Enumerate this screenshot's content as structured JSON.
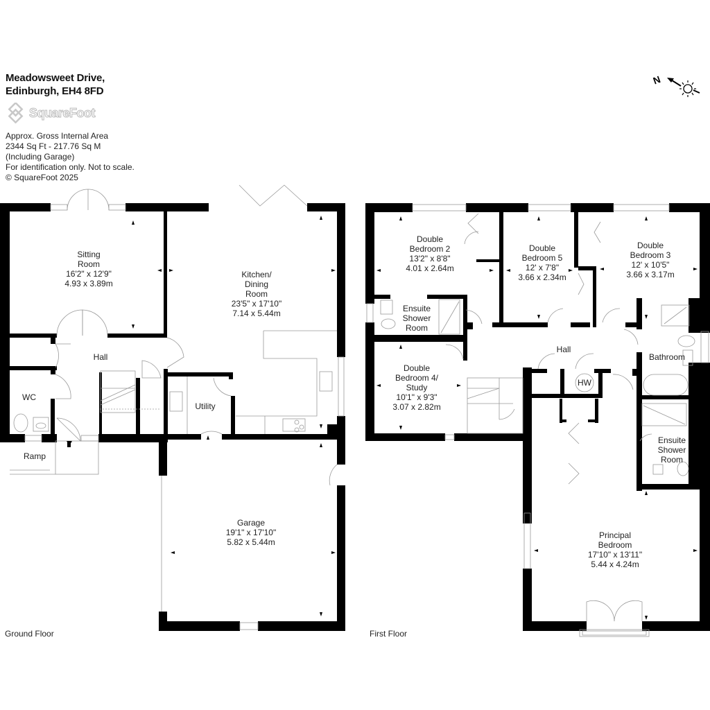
{
  "header": {
    "title_line1": "Meadowsweet Drive,",
    "title_line2": "Edinburgh, EH4 8FD",
    "logo_text": "SquareFoot"
  },
  "info": {
    "line1": "Approx. Gross Internal Area",
    "line2": "2344 Sq Ft  -  217.76 Sq M",
    "line3": "(Including Garage)",
    "line4": "For identification only. Not to scale.",
    "line5": "© SquareFoot 2025"
  },
  "compass": {
    "label": "N",
    "icon": "north-arrow-sun-icon"
  },
  "ground_floor": {
    "label": "Ground Floor",
    "rooms": {
      "sitting": {
        "name1": "Sitting",
        "name2": "Room",
        "imperial": "16'2\" x 12'9\"",
        "metric": "4.93 x 3.89m"
      },
      "kitchen": {
        "name1": "Kitchen/",
        "name2": "Dining",
        "name3": "Room",
        "imperial": "23'5\" x 17'10\"",
        "metric": "7.14 x 5.44m"
      },
      "hall": {
        "name": "Hall"
      },
      "wc": {
        "name": "WC"
      },
      "utility": {
        "name": "Utility"
      },
      "ramp": {
        "name": "Ramp"
      },
      "garage": {
        "name": "Garage",
        "imperial": "19'1\" x 17'10\"",
        "metric": "5.82 x 5.44m"
      }
    }
  },
  "first_floor": {
    "label": "First Floor",
    "rooms": {
      "bed2": {
        "name1": "Double",
        "name2": "Bedroom 2",
        "imperial": "13'2\" x 8'8\"",
        "metric": "4.01 x 2.64m"
      },
      "bed5": {
        "name1": "Double",
        "name2": "Bedroom 5",
        "imperial": "12' x 7'8\"",
        "metric": "3.66 x 2.34m"
      },
      "bed3": {
        "name1": "Double",
        "name2": "Bedroom 3",
        "imperial": "12' x 10'5\"",
        "metric": "3.66 x 3.17m"
      },
      "ensuite1": {
        "name1": "Ensuite",
        "name2": "Shower",
        "name3": "Room"
      },
      "bed4": {
        "name1": "Double",
        "name2": "Bedroom 4/",
        "name3": "Study",
        "imperial": "10'1\" x 9'3\"",
        "metric": "3.07 x 2.82m"
      },
      "hall": {
        "name": "Hall"
      },
      "hw": {
        "name": "HW"
      },
      "bathroom": {
        "name": "Bathroom"
      },
      "ensuite2": {
        "name1": "Ensuite",
        "name2": "Shower",
        "name3": "Room"
      },
      "principal": {
        "name1": "Principal",
        "name2": "Bedroom",
        "imperial": "17'10\" x 13'11\"",
        "metric": "5.44 x 4.24m"
      }
    }
  }
}
